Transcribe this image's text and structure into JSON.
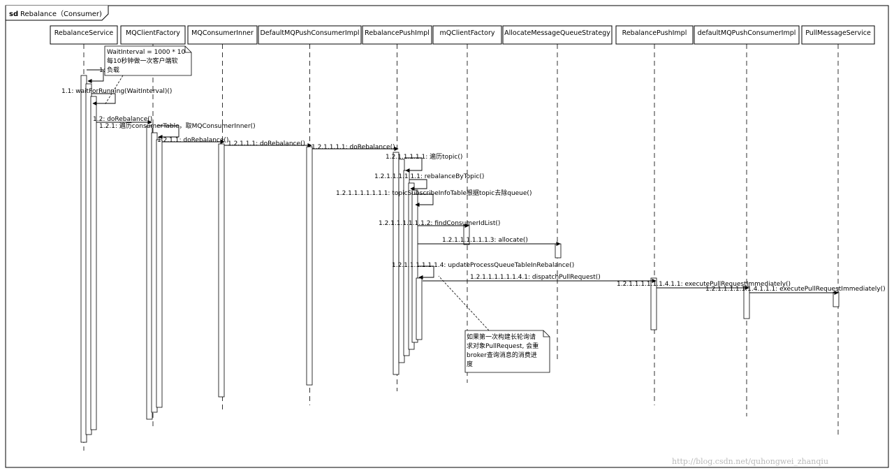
{
  "frame": {
    "kind": "sd",
    "name": "Rebalance（Consumer)"
  },
  "participants": [
    "RebalanceService",
    "MQClientFactory",
    "MQConsumerInner",
    "DefaultMQPushConsumerImpl",
    "RebalancePushImpl",
    "mQClientFactory",
    "AllocateMessageQueueStrategy",
    "RebalancePushImpl",
    "defaultMQPushConsumerImpl",
    "PullMessageService"
  ],
  "messages": [
    "1:",
    "1.1: waitForRunning(WaitInterval)()",
    "1.2: doRebalance()",
    "1.2.1: 遍历consumerTable，取MQConsumerInner()",
    "1.2.1.1: doRebalance()",
    "1.2.1.1.1: doRebalance()",
    "1.2.1.1.1.1: doRebalance()",
    "1.2.1.1.1.1.1: 遍历topic()",
    "1.2.1.1.1.1.1.1: rebalanceByTopic()",
    "1.2.1.1.1.1.1.1.1: topicSubscribeInfoTable根据topic去除queue()",
    "1.2.1.1.1.1.1.1.2: findConsumerIdList()",
    "1.2.1.1.1.1.1.1.3: allocate()",
    "1.2.1.1.1.1.1.1.4: updateProcessQueueTableInRebalance()",
    "1.2.1.1.1.1.1.1.4.1: dispatchPullRequest()",
    "1.2.1.1.1.1.1.1.4.1.1: executePullRequestImmediately()",
    "1.2.1.1.1.1.1.1.4.1.1.1: executePullRequestImmediately()"
  ],
  "notes": {
    "wait": [
      "WaitInterval = 1000 * 10",
      "每10秒钟做一次客户端软",
      "负载"
    ],
    "pull": [
      "如果第一次构建长轮询请",
      "求对象PullRequest, 会重",
      "broker查询消息的消费进",
      "度"
    ]
  },
  "watermark": "http://blog.csdn.net/quhongwei_zhanqiu"
}
